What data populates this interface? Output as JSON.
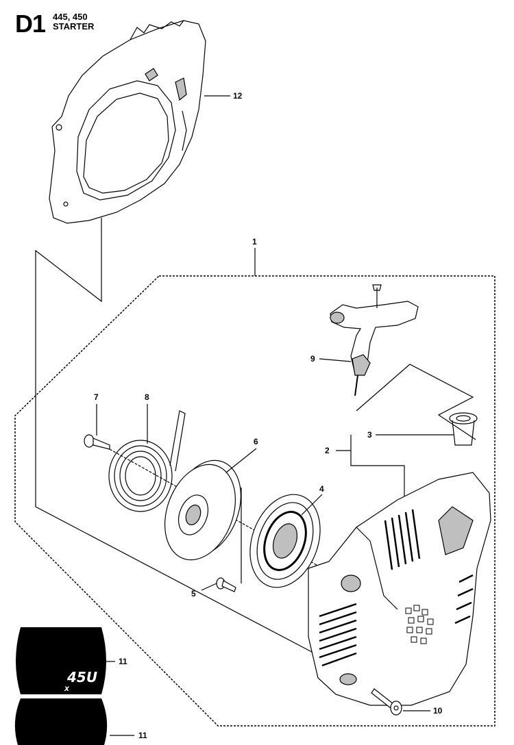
{
  "header": {
    "section_code": "D1",
    "models": "445, 450",
    "title": "STARTER"
  },
  "callouts": [
    "1",
    "2",
    "3",
    "4",
    "5",
    "6",
    "7",
    "8",
    "9",
    "10",
    "11",
    "11",
    "12"
  ],
  "decal": {
    "model_text": "45U",
    "small_text_left": "",
    "small_text_right": "X"
  },
  "colors": {
    "line": "#000000",
    "part_fill": "#ffffff",
    "shade": "#bfbfbf",
    "decal": "#000000"
  }
}
